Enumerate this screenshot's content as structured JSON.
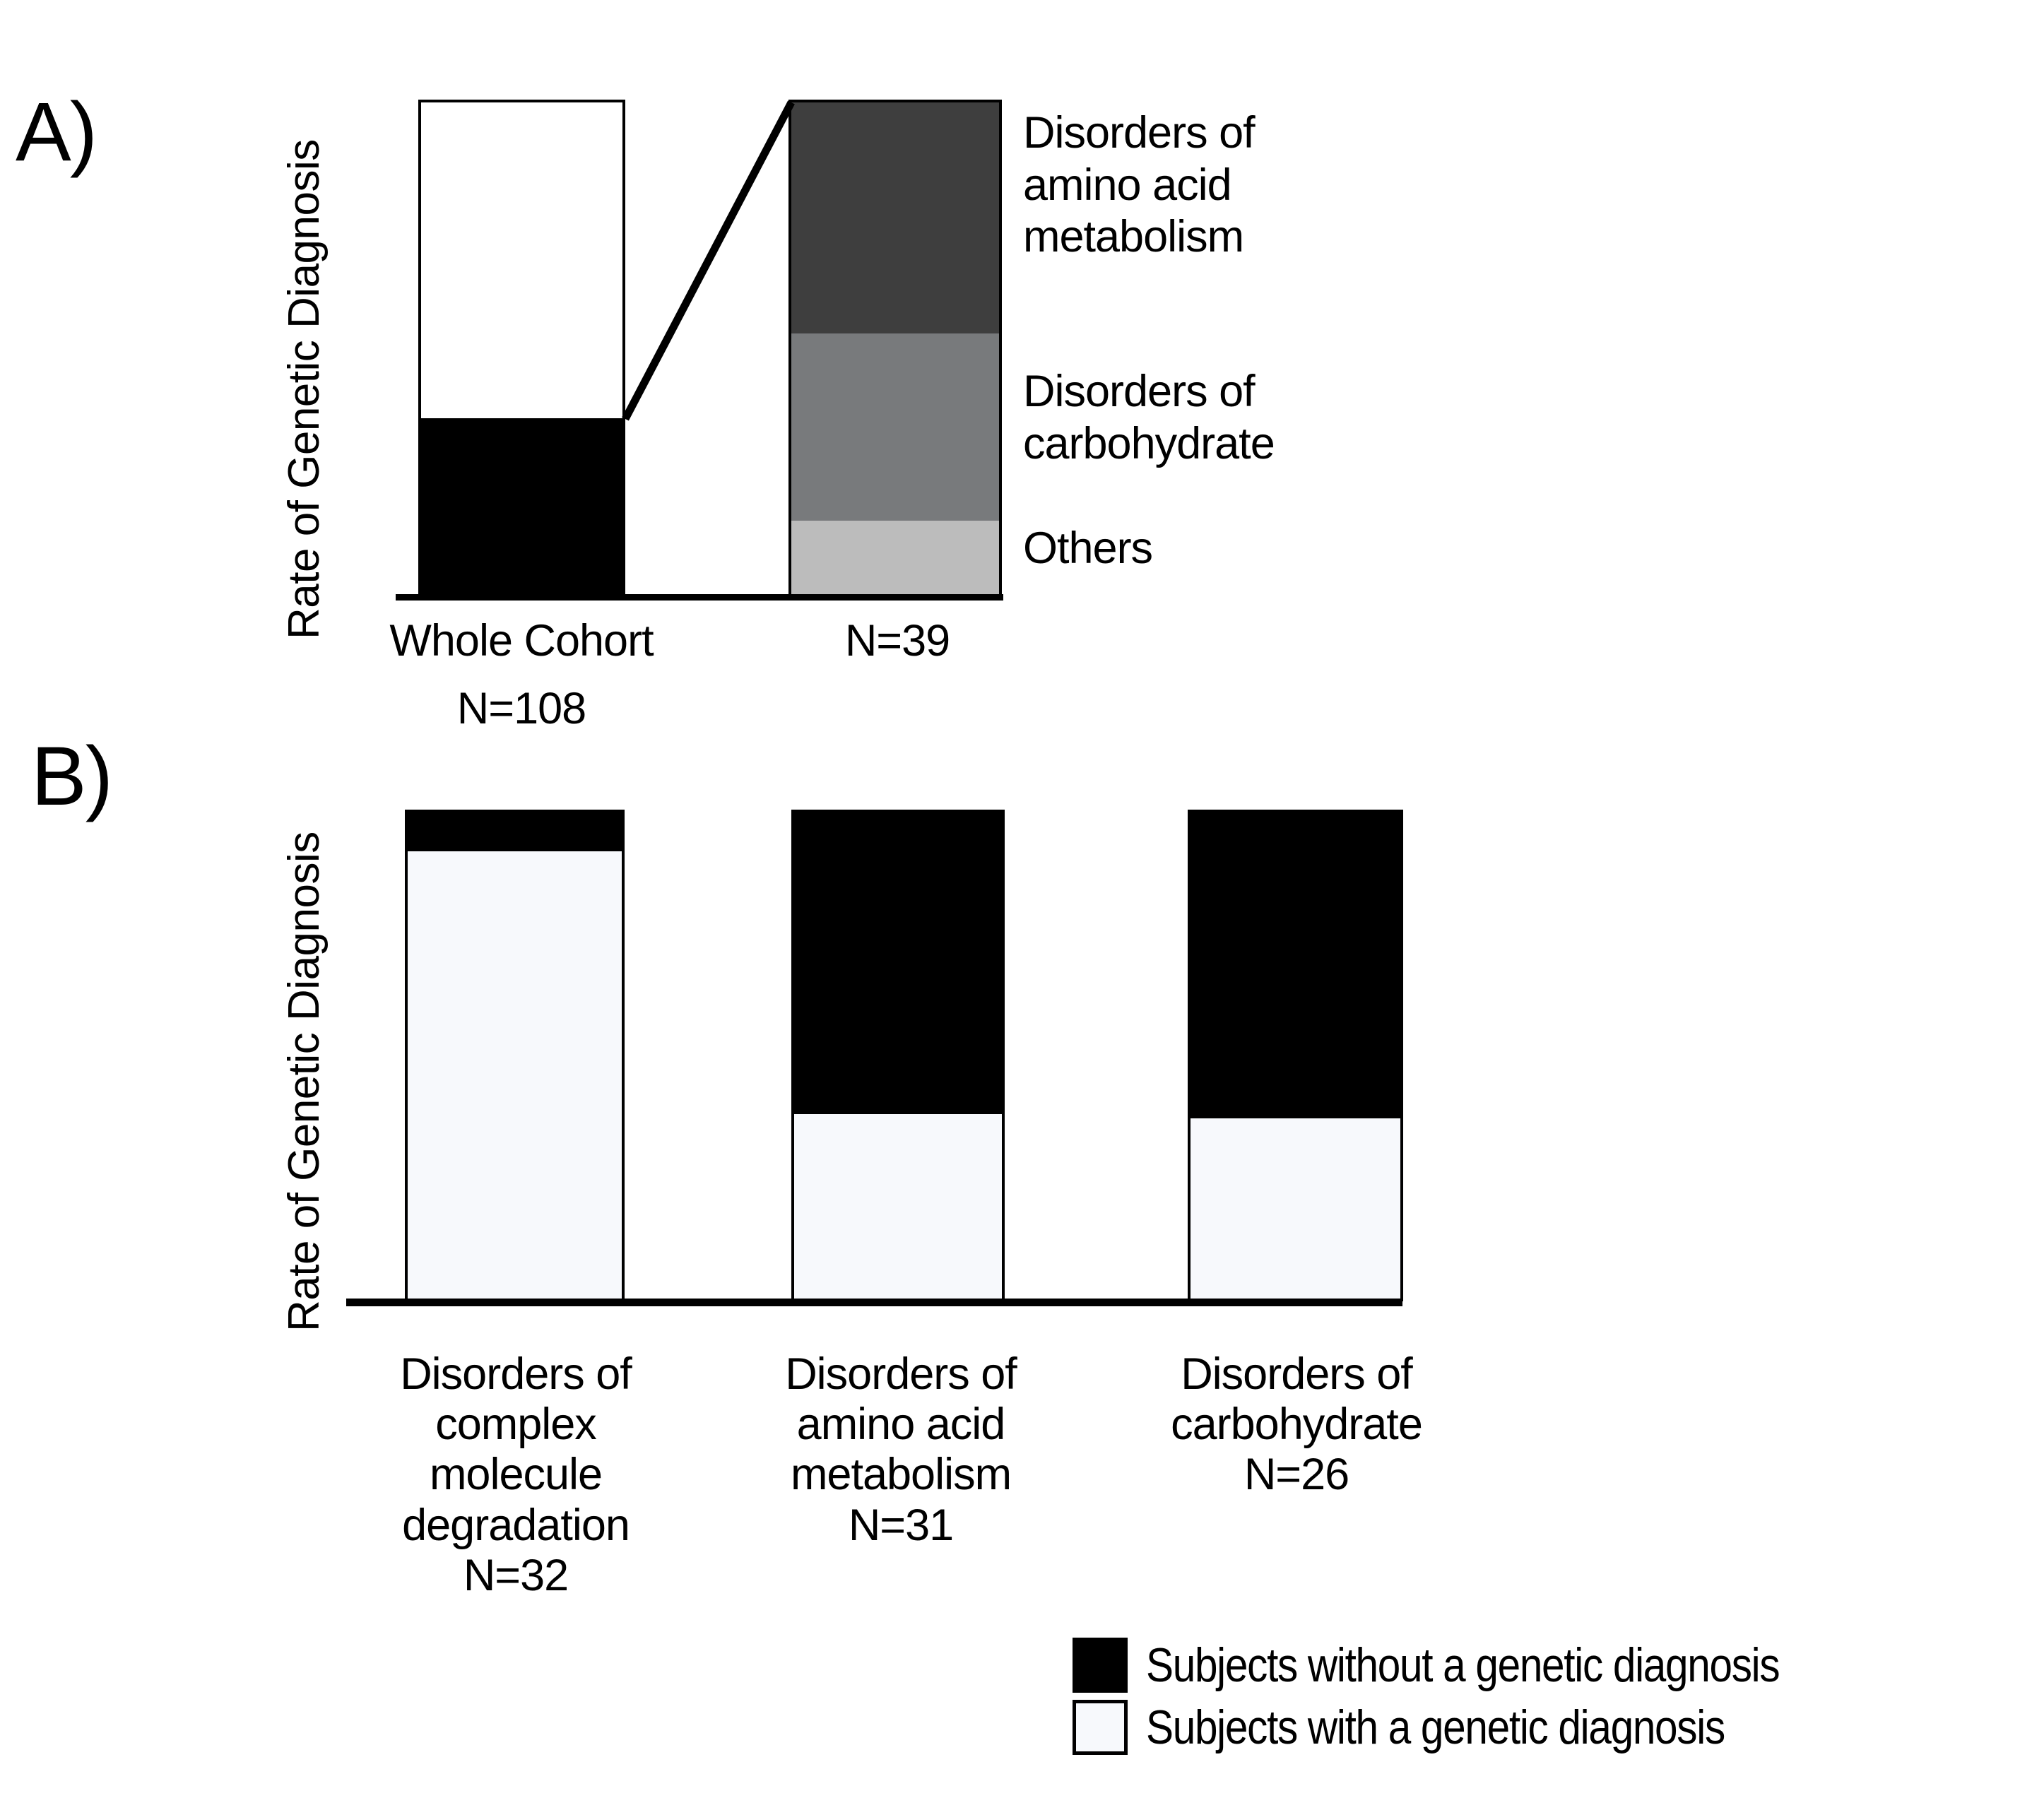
{
  "figure": {
    "panels": [
      {
        "letter": "A)",
        "y_axis_title": "Rate of Genetic Diagnosis",
        "x_labels": [
          {
            "line1": "Whole Cohort",
            "line2": "N=108"
          },
          {
            "line1": "N=39",
            "line2": ""
          }
        ],
        "callouts": [
          "Disorders of\namino acid\nmetabolism",
          "Disorders of\ncarbohydrate",
          "Others"
        ]
      },
      {
        "letter": "B)",
        "y_axis_title": "Rate of Genetic Diagnosis",
        "x_labels": [
          "Disorders of\ncomplex\nmolecule\ndegradation\nN=32",
          "Disorders of\namino acid\nmetabolism\nN=31",
          "Disorders of\ncarbohydrate\nN=26"
        ]
      }
    ],
    "legend": {
      "items": [
        {
          "label": "Subjects without a genetic diagnosis",
          "swatch": "filled"
        },
        {
          "label": "Subjects with a genetic diagnosis",
          "swatch": "hollow"
        }
      ]
    }
  },
  "colors": {
    "black": "#000000",
    "white": "#ffffff",
    "off_white": "#f7f9fc",
    "dark_gray": "#3e3e3e",
    "mid_gray": "#787a7c",
    "light_gray": "#bcbcbc"
  },
  "chart_data": [
    {
      "type": "bar",
      "panel": "A",
      "title": "",
      "ylabel": "Rate of Genetic Diagnosis",
      "xlabel": "",
      "grid": false,
      "legend_position": "right",
      "ylim": [
        0,
        100
      ],
      "categories": [
        "Whole Cohort N=108",
        "N=39"
      ],
      "stacked": true,
      "bars": [
        {
          "category": "Whole Cohort",
          "n": 108,
          "segments": [
            {
              "name": "Subjects without a genetic diagnosis",
              "percent": 64,
              "color": "#ffffff"
            },
            {
              "name": "Subjects with a genetic diagnosis",
              "percent": 36,
              "color": "#000000"
            }
          ]
        },
        {
          "category": "N=39",
          "n": 39,
          "segments": [
            {
              "name": "Disorders of amino acid metabolism",
              "percent": 47,
              "color": "#3e3e3e"
            },
            {
              "name": "Disorders of carbohydrate",
              "percent": 38,
              "color": "#787a7c"
            },
            {
              "name": "Others",
              "percent": 15,
              "color": "#bcbcbc"
            }
          ]
        }
      ]
    },
    {
      "type": "bar",
      "panel": "B",
      "title": "",
      "ylabel": "Rate of Genetic Diagnosis",
      "xlabel": "",
      "grid": false,
      "legend_position": "bottom-right",
      "ylim": [
        0,
        100
      ],
      "stacked": true,
      "categories": [
        "Disorders of complex molecule degradation N=32",
        "Disorders of amino acid metabolism N=31",
        "Disorders of carbohydrate N=26"
      ],
      "series": [
        {
          "name": "Subjects without a genetic diagnosis",
          "color": "#000000",
          "values": [
            8,
            62,
            63
          ]
        },
        {
          "name": "Subjects with a genetic diagnosis",
          "color": "#f7f9fc",
          "values": [
            92,
            38,
            37
          ]
        }
      ],
      "sample_sizes": [
        32,
        31,
        26
      ]
    }
  ]
}
